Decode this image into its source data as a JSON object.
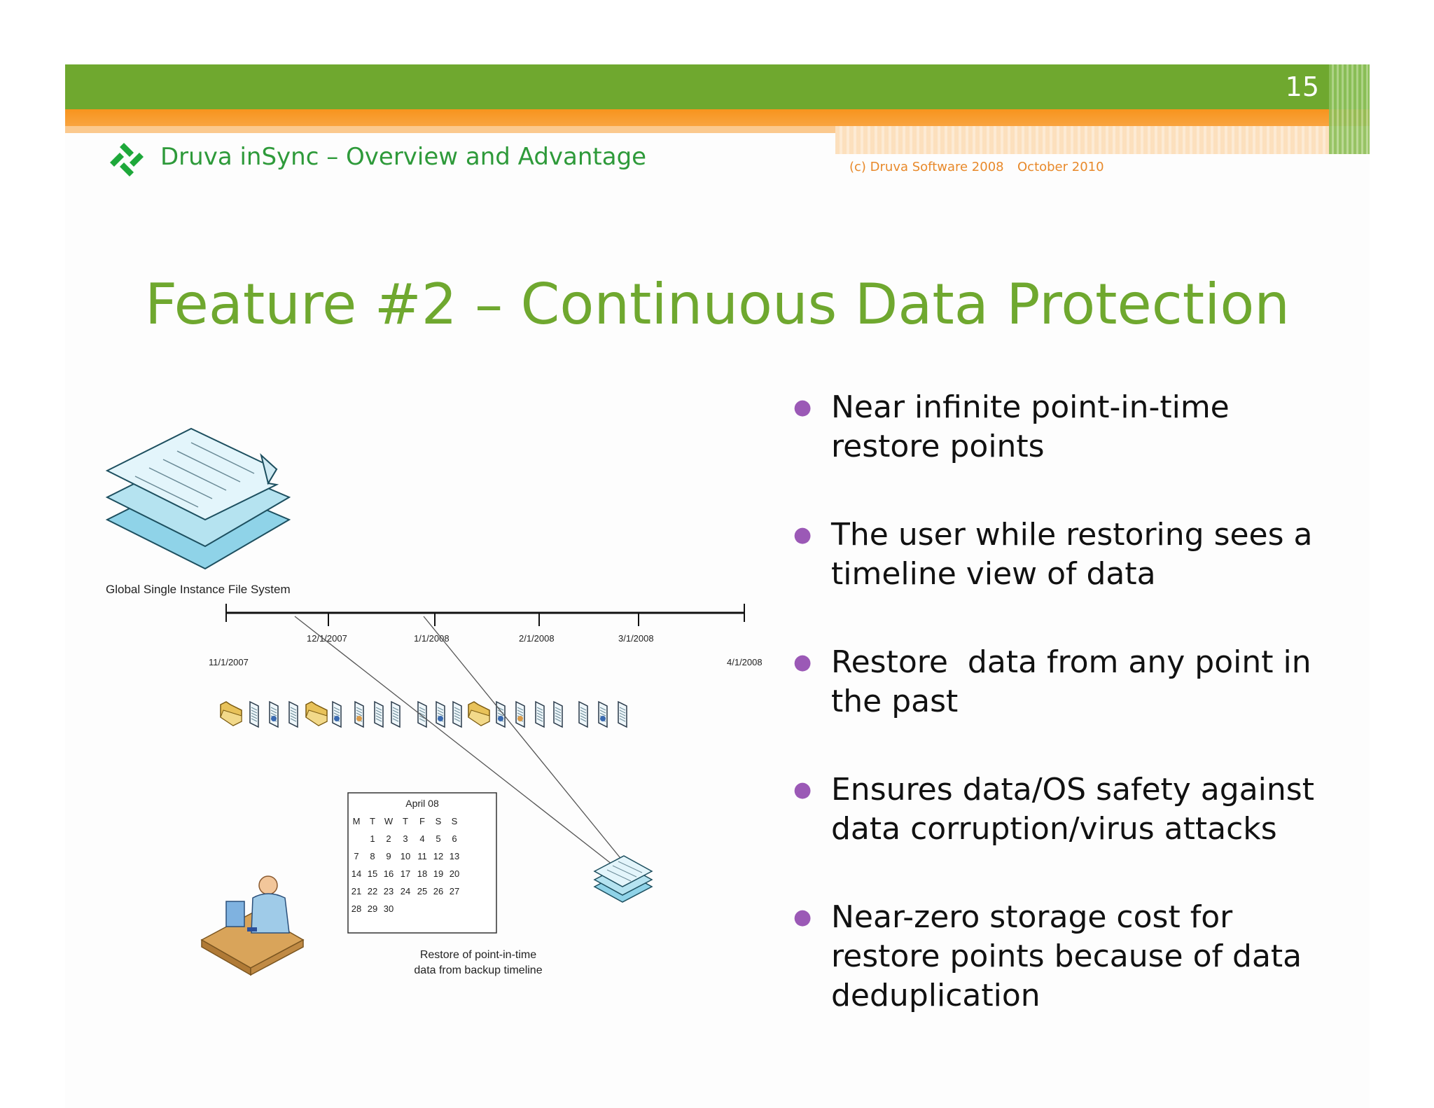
{
  "header": {
    "page_number": "15",
    "title": "Druva inSync – Overview and Advantage",
    "copyright": "(c) Druva Software 2008",
    "date": "October 2010"
  },
  "slide": {
    "title": "Feature #2 – Continuous Data Protection"
  },
  "diagram": {
    "file_system_label": "Global Single Instance File System",
    "timeline_dates": [
      "11/1/2007",
      "12/1/2007",
      "1/1/2008",
      "2/1/2008",
      "3/1/2008",
      "4/1/2008"
    ],
    "calendar": {
      "month": "April 08",
      "weekdays": [
        "M",
        "T",
        "W",
        "T",
        "F",
        "S",
        "S"
      ],
      "rows": [
        [
          "",
          "1",
          "2",
          "3",
          "4",
          "5",
          "6"
        ],
        [
          "7",
          "8",
          "9",
          "10",
          "11",
          "12",
          "13"
        ],
        [
          "14",
          "15",
          "16",
          "17",
          "18",
          "19",
          "20"
        ],
        [
          "21",
          "22",
          "23",
          "24",
          "25",
          "26",
          "27"
        ],
        [
          "28",
          "29",
          "30",
          "",
          "",
          "",
          ""
        ]
      ]
    },
    "restore_caption_line1": "Restore of point-in-time",
    "restore_caption_line2": "data from backup timeline",
    "file_icons": [
      "folder",
      "doc",
      "doc-image",
      "doc-table",
      "folder",
      "doc-photo",
      "doc-pkg",
      "doc",
      "doc-table",
      "doc",
      "doc-image",
      "doc-table",
      "folder",
      "doc-photo",
      "doc-pkg",
      "doc",
      "doc-table",
      "doc",
      "doc-image",
      "doc-table"
    ]
  },
  "bullets": [
    {
      "line1": "Near infinite point-in-time",
      "line2": "restore points",
      "line3": ""
    },
    {
      "line1": "The user while restoring sees a",
      "line2": "timeline view of data",
      "line3": ""
    },
    {
      "line1": "Restore  data from any point in",
      "line2": "the past",
      "line3": ""
    },
    {
      "line1": "Ensures data/OS safety against",
      "line2": "data corruption/virus attacks",
      "line3": ""
    },
    {
      "line1": "Near-zero storage cost for",
      "line2": "restore points because of data",
      "line3": "deduplication"
    }
  ],
  "colors": {
    "green": "#6fa82f",
    "orange": "#f7941d",
    "bullet_dot": "#9b59b6",
    "header_text": "#2e9a3a",
    "footer_text": "#e8892a"
  }
}
